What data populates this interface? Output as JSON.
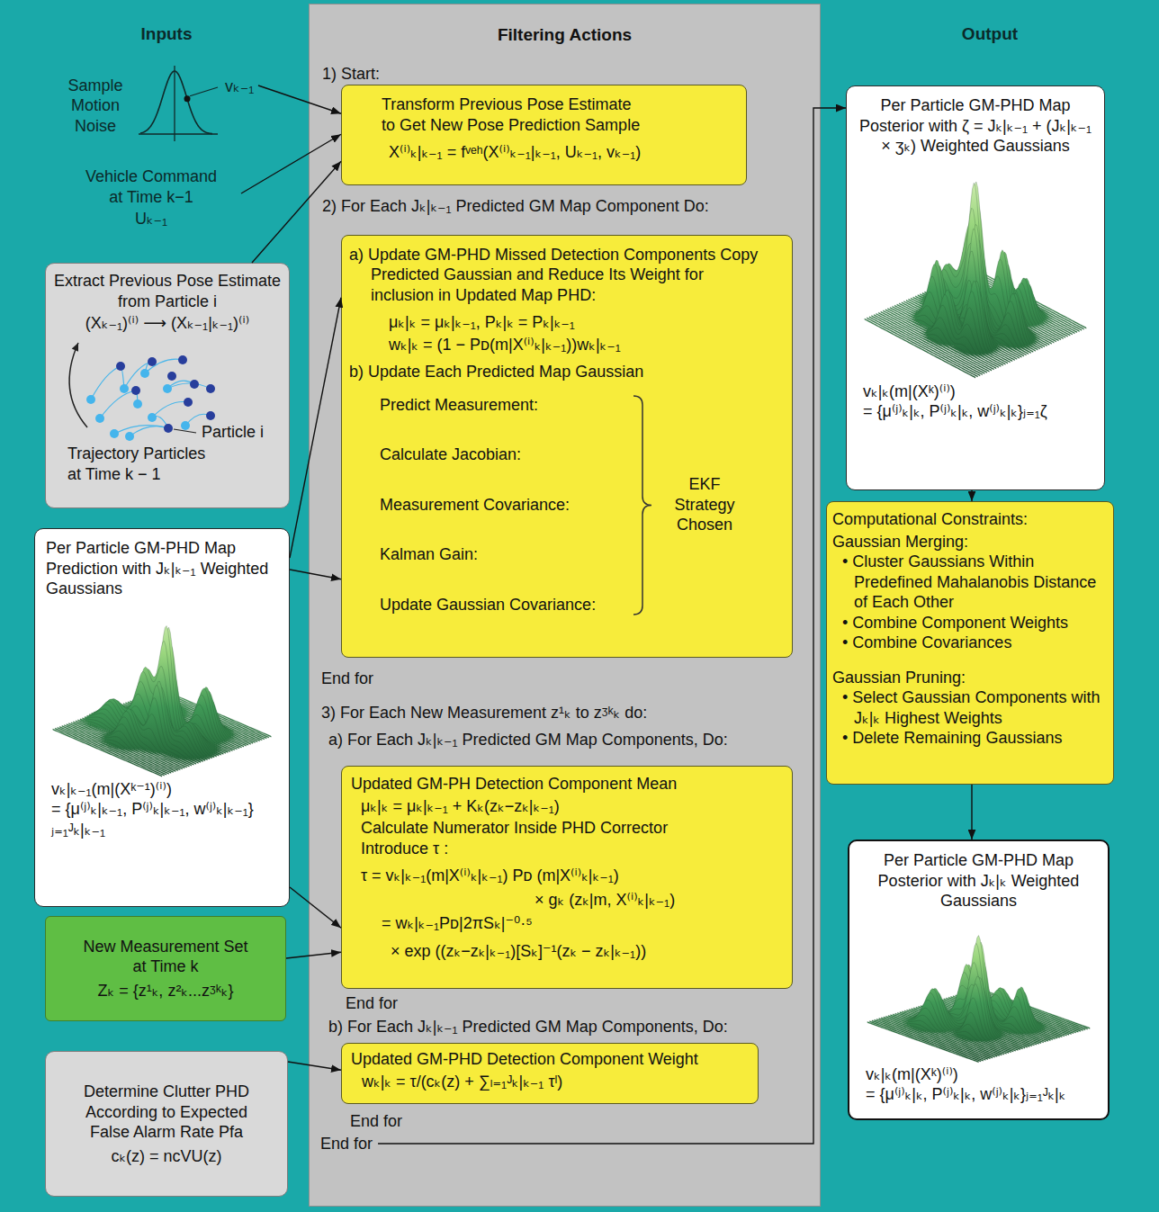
{
  "diagram": {
    "nodes": [
      {
        "text": [
          "Sample Motion Noise",
          "vₖ₋₁"
        ]
      },
      {
        "text": [
          "Vehicle Command at Time k−1",
          "Uₖ₋₁"
        ]
      },
      {
        "text": [
          "Extract Previous Pose Estimate from Particle i",
          "(Xₖ₋₁)⁽ⁱ⁾ ⟶ (Xₖ₋₁|ₖ₋₁)⁽ⁱ⁾",
          "Particle i",
          "Trajectory Particles at Time k − 1"
        ]
      },
      {
        "text": [
          "Per Particle GM-PHD Map Prediction with Jₖ|ₖ₋₁ Weighted Gaussians",
          "vₖ|ₖ₋₁(m|(Xᵏ⁻¹)⁽ⁱ⁾)",
          "= {μ⁽ʲ⁾ₖ|ₖ₋₁, P⁽ʲ⁾ₖ|ₖ₋₁, w⁽ʲ⁾ₖ|ₖ₋₁}ⱼ₌₁ᴶₖ|ₖ₋₁"
        ]
      },
      {
        "text": [
          "New Measurement Set at Time k",
          "Zₖ = {z¹ₖ, z²ₖ...zᶾᵏₖ}"
        ]
      },
      {
        "text": [
          "Determine Clutter PHD According to Expected False Alarm Rate Pfa",
          "cₖ(z) = ncVU(z)"
        ]
      },
      {
        "text": [
          "Filtering Actions",
          "1) Start:",
          "2) For Each Jₖ|ₖ₋₁ Predicted GM Map Component Do:",
          "End for",
          "3) For Each New Measurement z¹ₖ to zᶾᵏₖ do:",
          "a) For Each Jₖ|ₖ₋₁ Predicted GM Map Components, Do:",
          "End for",
          "b) For Each Jₖ|ₖ₋₁ Predicted GM Map Components, Do:",
          "End for",
          "End for"
        ]
      },
      {
        "text": [
          "Transform Previous Pose Estimate to Get New Pose Prediction Sample",
          "X⁽ⁱ⁾ₖ|ₖ₋₁ = fᵛᵉʰ(X⁽ⁱ⁾ₖ₋₁|ₖ₋₁, Uₖ₋₁, vₖ₋₁)"
        ],
        "in": 6
      },
      {
        "text": [
          "a) Update GM-PHD Missed Detection Components Copy Predicted Gaussian and Reduce Its Weight for inclusion in Updated Map PHD:",
          "μₖ|ₖ = μₖ|ₖ₋₁, Pₖ|ₖ = Pₖ|ₖ₋₁",
          "wₖ|ₖ = (1 − Pᴅ(m|X⁽ⁱ⁾ₖ|ₖ₋₁))wₖ|ₖ₋₁",
          "b) Update Each Predicted Map Gaussian",
          "Predict Measurement:",
          "Calculate Jacobian:",
          "Measurement Covariance:",
          "Kalman Gain:",
          "Update Gaussian Covariance:",
          "EKF Strategy Chosen"
        ],
        "in": 6
      },
      {
        "text": [
          "Updated GM-PH Detection Component Mean",
          "μₖ|ₖ = μₖ|ₖ₋₁ + Kₖ(zₖ−zₖ|ₖ₋₁)",
          "Calculate Numerator Inside PHD Corrector Introduce τ :",
          "τ = vₖ|ₖ₋₁(m|X⁽ⁱ⁾ₖ|ₖ₋₁) Pᴅ (m|X⁽ⁱ⁾ₖ|ₖ₋₁)",
          "× gₖ (zₖ|m, X⁽ⁱ⁾ₖ|ₖ₋₁)",
          "= wₖ|ₖ₋₁Pᴅ|2πSₖ|⁻⁰·⁵",
          "× exp ((zₖ−zₖ|ₖ₋₁)[Sₖ]⁻¹(zₖ − zₖ|ₖ₋₁))"
        ],
        "in": 6
      },
      {
        "text": [
          "Updated GM-PHD Detection Component Weight",
          "wₖ|ₖ = τ/(cₖ(z) + ∑ₗ₌₁ᴶₖ|ₖ₋₁ τˡ)"
        ],
        "in": 6
      },
      {
        "text": [
          "Per Particle GM-PHD Map Posterior with ζ = Jₖ|ₖ₋₁ + (Jₖ|ₖ₋₁ × ʒₖ) Weighted Gaussians",
          "vₖ|ₖ(m|(Xᵏ)⁽ⁱ⁾)",
          "= {μ⁽ʲ⁾ₖ|ₖ, P⁽ʲ⁾ₖ|ₖ, w⁽ʲ⁾ₖ|ₖ}ⱼ₌₁ζ"
        ]
      },
      {
        "text": [
          "Computational Constraints:",
          "Gaussian Merging:",
          "• Cluster Gaussians Within Predefined Mahalanobis Distance of Each Other",
          "• Combine Component Weights",
          "• Combine Covariances",
          "Gaussian Pruning:",
          "• Select Gaussian Components with Jₖ|ₖ Highest Weights",
          "• Delete Remaining Gaussians"
        ]
      },
      {
        "text": [
          "Per Particle GM-PHD Map Posterior with Jₖ|ₖ Weighted Gaussians",
          "vₖ|ₖ(m|(Xᵏ)⁽ⁱ⁾)",
          "= {μ⁽ʲ⁾ₖ|ₖ, P⁽ʲ⁾ₖ|ₖ, w⁽ʲ⁾ₖ|ₖ}ⱼ₌₁ᴶₖ|ₖ"
        ]
      }
    ],
    "edges": [
      {
        "from": 0,
        "to": 7,
        "arrow": "to"
      },
      {
        "from": 1,
        "to": 7,
        "arrow": "to"
      },
      {
        "from": 2,
        "to": 7,
        "arrow": "to"
      },
      {
        "from": 3,
        "to": 8,
        "arrow": "to"
      },
      {
        "from": 3,
        "to": 8,
        "arrow": "to"
      },
      {
        "from": 3,
        "to": 9,
        "arrow": "to"
      },
      {
        "from": 4,
        "to": 9,
        "arrow": "to"
      },
      {
        "from": 5,
        "to": 10,
        "arrow": "to"
      },
      {
        "from": 6,
        "to": 11,
        "arrow": "to"
      },
      {
        "from": 11,
        "to": 12,
        "arrow": "to"
      },
      {
        "from": 12,
        "to": 13,
        "arrow": "to"
      }
    ],
    "labels": [
      "Inputs",
      "Output"
    ]
  }
}
